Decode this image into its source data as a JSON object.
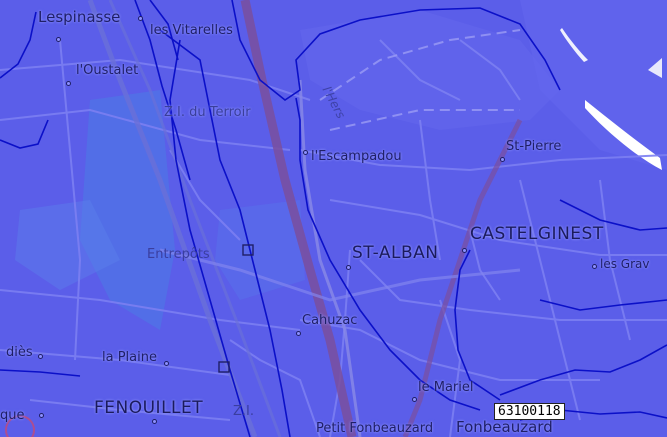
{
  "map": {
    "places": [
      {
        "id": "lespinasse",
        "label": "Lespinasse"
      },
      {
        "id": "les-vitarelles",
        "label": "les Vitarelles"
      },
      {
        "id": "oustalet",
        "label": "l'Oustalet"
      },
      {
        "id": "zi-terroir",
        "label": "Z.I. du Terroir"
      },
      {
        "id": "escampadou",
        "label": "l'Escampadou"
      },
      {
        "id": "st-pierre",
        "label": "St-Pierre"
      },
      {
        "id": "castelginest",
        "label": "CASTELGINEST"
      },
      {
        "id": "st-alban",
        "label": "ST-ALBAN"
      },
      {
        "id": "les-grav",
        "label": "les Grav"
      },
      {
        "id": "entrepots",
        "label": "Entrepôts"
      },
      {
        "id": "cahuzac",
        "label": "Cahuzac"
      },
      {
        "id": "dies",
        "label": "diès"
      },
      {
        "id": "la-plaine",
        "label": "la Plaine"
      },
      {
        "id": "fenouillet",
        "label": "FENOUILLET"
      },
      {
        "id": "zi",
        "label": "Z.I."
      },
      {
        "id": "que",
        "label": "que"
      },
      {
        "id": "le-mariel",
        "label": "le Mariel"
      },
      {
        "id": "petit-fonbeauzard",
        "label": "Petit Fonbeauzard"
      },
      {
        "id": "fonbeauzard",
        "label": "Fonbeauzard"
      },
      {
        "id": "l-hers",
        "label": "l'Hers"
      }
    ],
    "tile_id": "63100118",
    "colors": {
      "background": "#5b5ee9",
      "boundary": "#0b10c8",
      "road": "#7c7ff2",
      "major_road": "#7a4f9e",
      "water": "#ffffff"
    }
  }
}
